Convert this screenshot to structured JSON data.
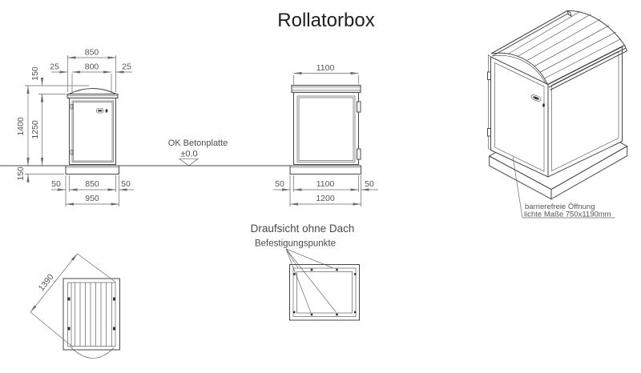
{
  "title": "Rollatorbox",
  "front_view": {
    "dim_width_total": "850",
    "dim_offset_left": "25",
    "dim_width_door": "800",
    "dim_offset_right": "25",
    "dim_roof_height": "150",
    "dim_total_height": "1400",
    "dim_body_height": "1250",
    "dim_base_height": "150",
    "dim_base_left": "50",
    "dim_width_bottom": "850",
    "dim_base_right": "50",
    "dim_base_width": "950"
  },
  "side_view": {
    "dim_depth_top": "1100",
    "dim_base_left": "50",
    "dim_depth_bottom": "1100",
    "dim_base_right": "50",
    "dim_base_width": "1200"
  },
  "datum": {
    "line1": "OK Betonplatte",
    "line2": "±0.0"
  },
  "iso_note": {
    "line1": "barrierefreie Öffnung",
    "line2": "lichte Maße 750x1190mm"
  },
  "roof_plan": {
    "dim_arc_length": "1390"
  },
  "plan_view": {
    "heading": "Draufsicht ohne Dach",
    "sub_label": "Befestigungspunkte"
  },
  "colors": {
    "background": "#ffffff",
    "outline": "#474747",
    "dimension": "#6a6a6a",
    "text": "#555555",
    "title": "#1f1f1f"
  }
}
